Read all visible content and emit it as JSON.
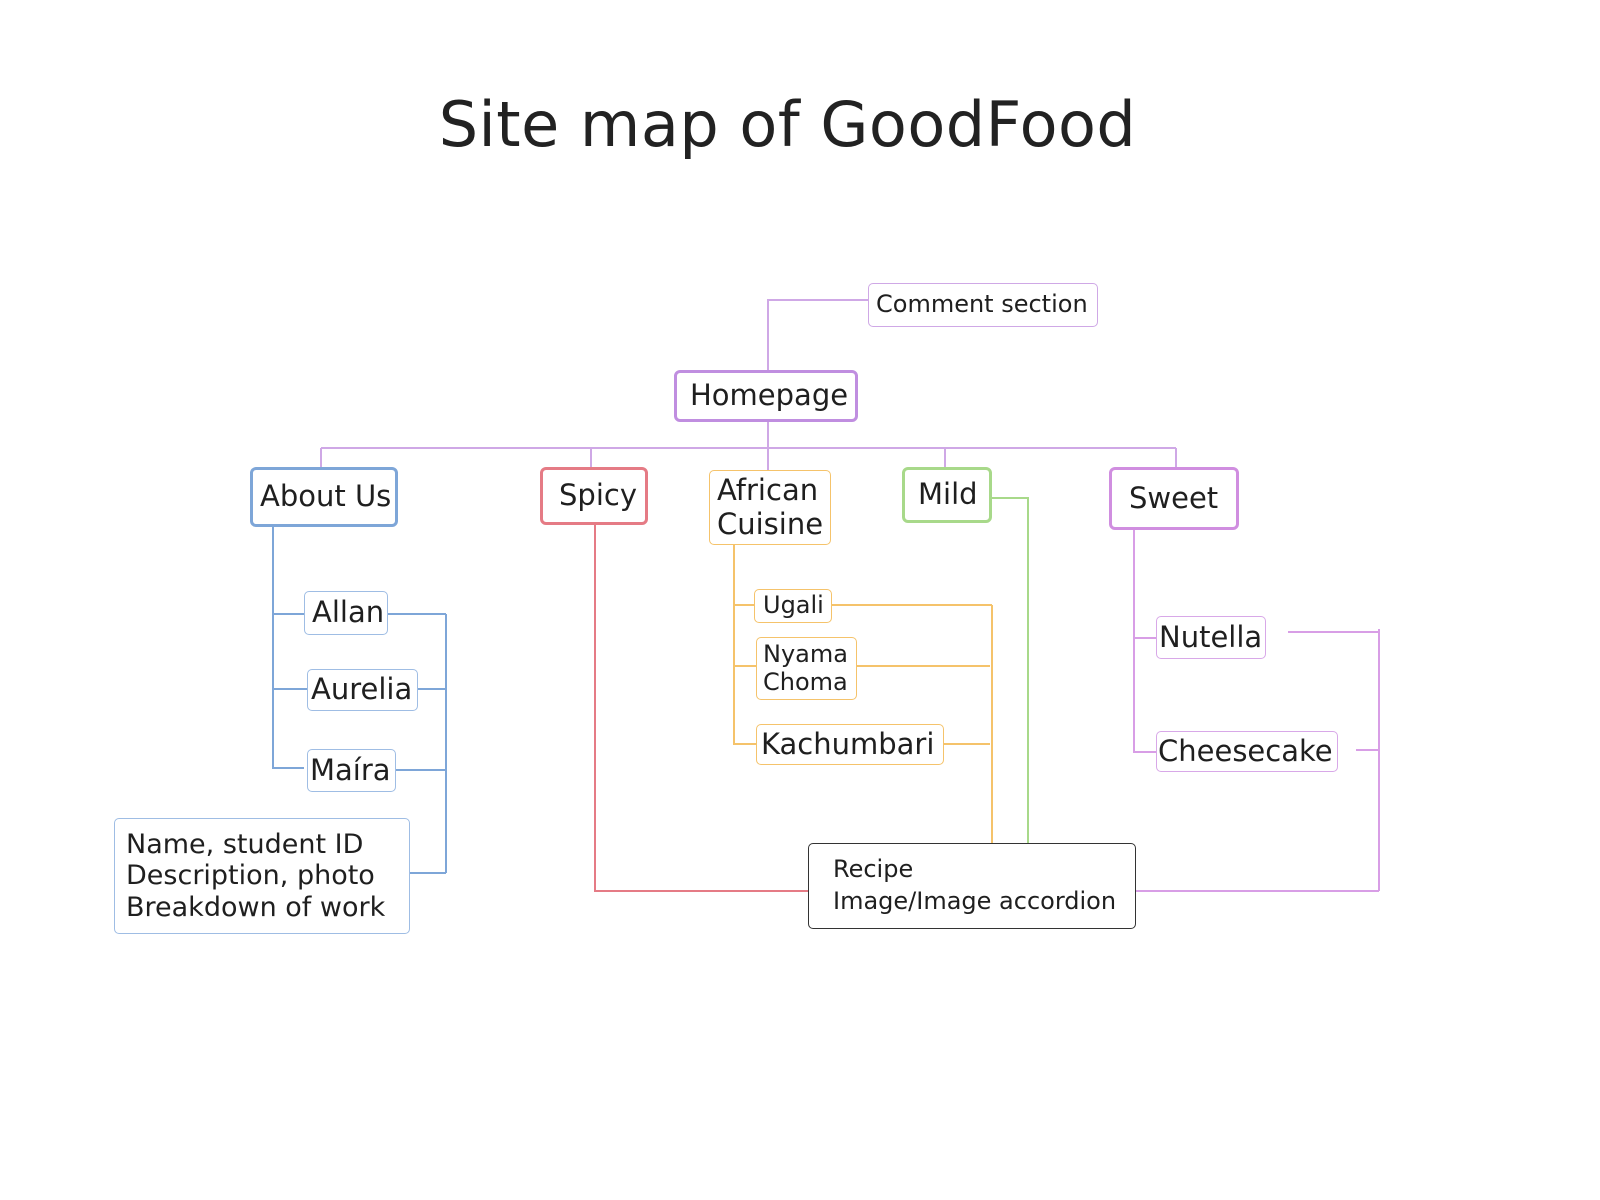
{
  "title": "Site map of GoodFood",
  "colors": {
    "purple": "#c08ee0",
    "purple_line": "#cfa8e6",
    "blue": "#7ea6d8",
    "red": "#e57b85",
    "orange": "#f5c36b",
    "green": "#a8d98a",
    "dark": "#333333"
  },
  "nodes": {
    "comment_section": "Comment section",
    "homepage": "Homepage",
    "about_us": "About Us",
    "spicy": "Spicy",
    "african_cuisine": [
      "African",
      "Cuisine"
    ],
    "mild": "Mild",
    "sweet": "Sweet",
    "allan": "Allan",
    "aurelia": "Aurelia",
    "maira": "Maíra",
    "about_details": [
      "Name, student ID",
      "Description, photo",
      "Breakdown of work"
    ],
    "ugali": "Ugali",
    "nyama_choma": [
      "Nyama",
      "Choma"
    ],
    "kachumbari": "Kachumbari",
    "nutella": "Nutella",
    "cheesecake": "Cheesecake",
    "recipe": [
      "Recipe",
      "Image/Image accordion"
    ]
  }
}
